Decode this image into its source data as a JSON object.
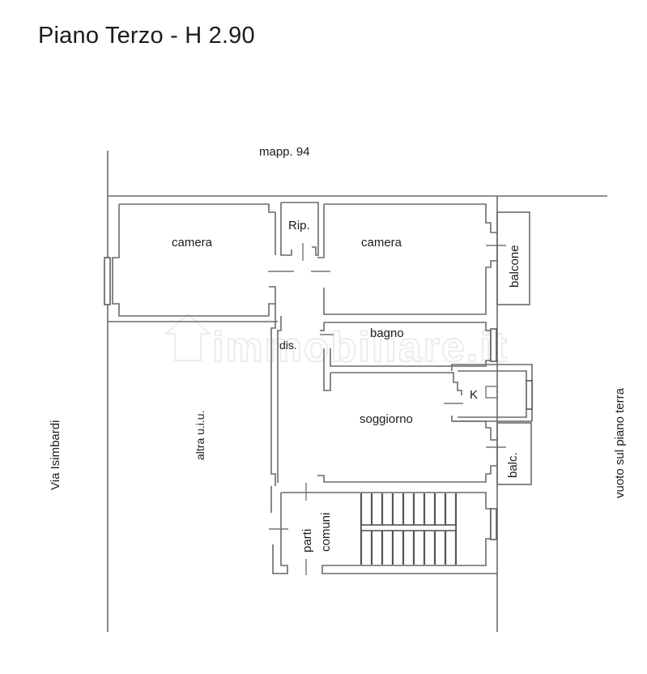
{
  "header": {
    "title": "Piano Terzo - H 2.90"
  },
  "context_labels": {
    "north_parcel": "mapp. 94",
    "street": "Via Isimbardi",
    "west_unit": "altra u.i.u.",
    "east_void": "vuoto sul piano terra"
  },
  "rooms": {
    "camera_left": "camera",
    "ripostiglio": "Rip.",
    "camera_right": "camera",
    "balcone": "balcone",
    "bagno": "bagno",
    "disimpegno": "dis.",
    "cucina": "K",
    "soggiorno": "soggiorno",
    "balcone_small": "balc.",
    "parti_comuni_line1": "parti",
    "parti_comuni_line2": "comuni"
  },
  "watermark": {
    "text": "immobiliare.it"
  },
  "colors": {
    "wall": "#6a6a6a",
    "text": "#1c1c1c",
    "background": "#ffffff",
    "watermark": "#ececec"
  }
}
